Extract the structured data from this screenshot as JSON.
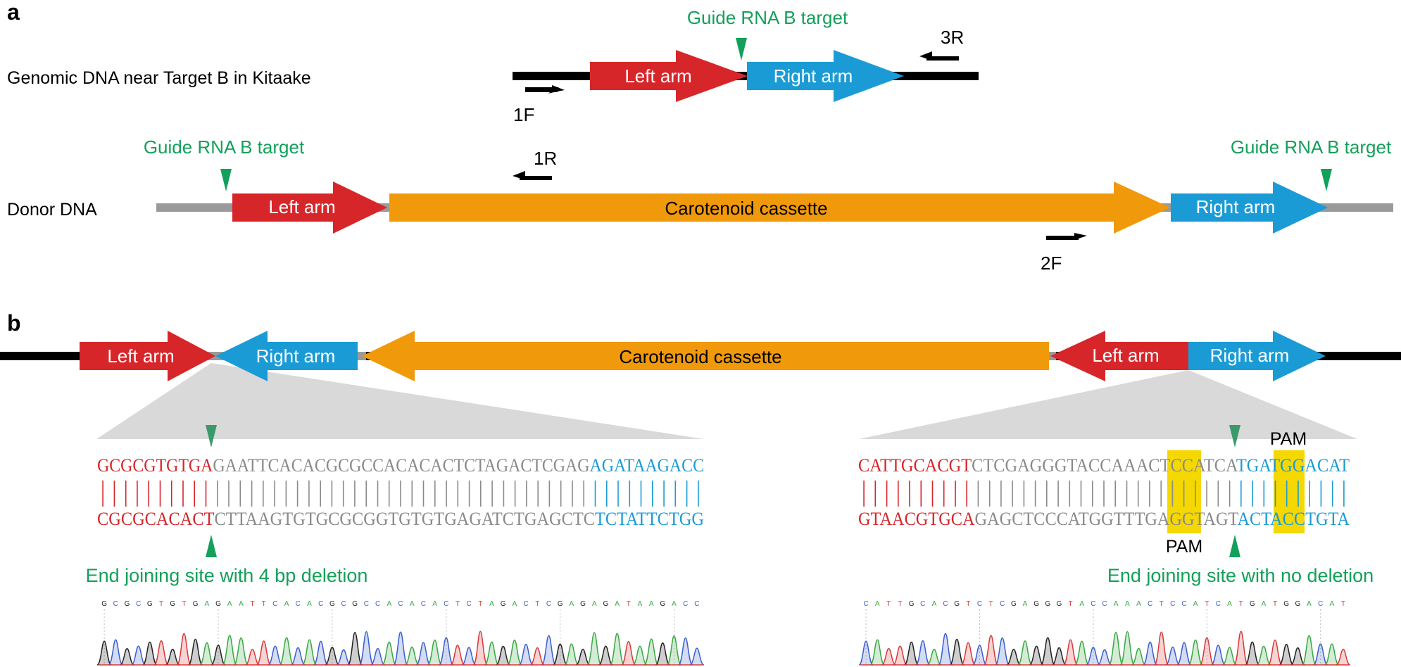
{
  "panel_a": {
    "letter": "a",
    "genomic_label": "Genomic DNA near Target B in Kitaake",
    "donor_label": "Donor DNA",
    "guide_label": "Guide RNA B target",
    "left_arm": "Left arm",
    "right_arm": "Right arm",
    "cassette": "Carotenoid cassette",
    "primers": {
      "f1": "1F",
      "r3": "3R",
      "r1": "1R",
      "f2": "2F"
    }
  },
  "panel_b": {
    "letter": "b",
    "left_arm": "Left arm",
    "right_arm": "Right arm",
    "cassette": "Carotenoid cassette",
    "junction_left": {
      "top": [
        "GCGCGTGTGA",
        "GAATTCACACGCGCCACACACTCTAGACTCGAG",
        "AGATAAGACC"
      ],
      "bottom": [
        "CGCGCACACT",
        "CTTAAGTGTGCGCGGTGTGTGAGATCTGAGCTC",
        "TCTATTCTGG"
      ],
      "caption": "End joining site with 4 bp deletion",
      "trace_bases": "GCGCGTGTGAGAATTCACACGCGCCACACACTCTAGACTCGAGAGATAAGACC"
    },
    "junction_right": {
      "top": [
        "CATTGCACGT",
        "CTCGAGGGTACCAAACT",
        "CCA",
        "TCA",
        "TGA",
        "TGG",
        "ACAT"
      ],
      "bottom": [
        "GTAACGTGCA",
        "GAGCTCCCATGGTTTGA",
        "GGT",
        "AGT",
        "ACT",
        "ACC",
        "TGTA"
      ],
      "pam_top": "PAM",
      "pam_bottom": "PAM",
      "caption": "End joining site with no deletion",
      "trace_bases": "CATTGCACGTCTCGAGGGTACCAAACTCCATCATGATGGACAT"
    }
  },
  "colors": {
    "red": "#d7262a",
    "blue": "#1b9bd5",
    "orange": "#f09a0b",
    "green": "#12a05a",
    "pam": "#f4d800",
    "grey_seq": "#8a8a8a",
    "backbone": "#000000",
    "donor_line": "#9a9a9a"
  }
}
